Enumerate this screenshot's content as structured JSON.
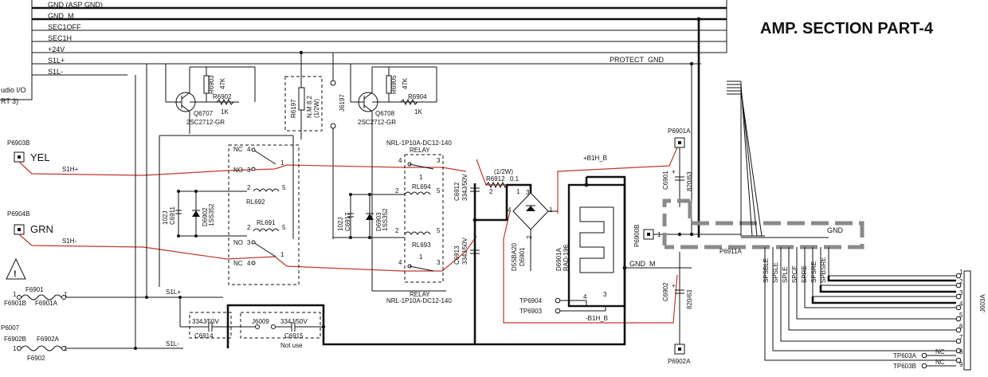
{
  "title": "AMP. SECTION  PART-4",
  "left_label": {
    "line1": "udio I/O",
    "line2": "RT 3)"
  },
  "bus": {
    "gnd_asp": "GND  (ASP GND)",
    "gnd_m": "GND_M",
    "sec1off": "SEC1OFF",
    "sec1h": "SEC1H",
    "plus24v": "+24V",
    "s1l_plus": "S1L+",
    "s1l_minus": "S1L-",
    "protect_gnd": "PROTECT_GND"
  },
  "transistors": {
    "q6707": {
      "ref": "Q6707",
      "part": "2SC2712-GR"
    },
    "q6708": {
      "ref": "Q6708",
      "part": "2SC2712-GR"
    }
  },
  "resistors": {
    "r6903": {
      "ref": "R6903",
      "value": "47K"
    },
    "r6902": {
      "ref": "R6902",
      "value": "1K"
    },
    "r6905": {
      "ref": "R6905",
      "value": "47K"
    },
    "r6904": {
      "ref": "R6904",
      "value": "1K"
    },
    "r6197": {
      "ref": "R6197",
      "value1": "N.M  8.2",
      "value2": "(1/2W)"
    },
    "r6912": {
      "ref": "R6912",
      "value": "0.1",
      "power": "(1/2W)"
    }
  },
  "j6197": "J6197",
  "relay_top": {
    "part": "NRL-1P10A-DC12-140",
    "label": "RELAY"
  },
  "relay_bottom": {
    "part": "NRL-1P10A-DC12-140",
    "label": "RELAY"
  },
  "relay_coils": {
    "rl692": "RL692",
    "rl691": "RL691",
    "rl694": "RL694",
    "rl693": "RL693"
  },
  "contacts": {
    "nc": "NC",
    "no": "NO"
  },
  "pins": {
    "p1": "1",
    "p2": "2",
    "p3": "3",
    "p4": "4",
    "p5": "5"
  },
  "connectors": {
    "p6903b": "P6903B",
    "yel": "YEL",
    "s1h_plus": "S1H+",
    "p6904b": "P6904B",
    "grn": "GRN",
    "s1h_minus": "S1H-",
    "p6901a": "P6901A",
    "p6902a": "P6902A",
    "p6900b": "P6900B",
    "p6911a": "P6911A",
    "p6007": "P6007"
  },
  "caps": {
    "c6911": {
      "ref": "C6911",
      "value": "102J"
    },
    "c6917": {
      "ref": "C6917",
      "value": "102J"
    },
    "c6912": {
      "ref": "C6912",
      "value": "334J/50V"
    },
    "c6913": {
      "ref": "C6913",
      "value": "334J/50V"
    },
    "c6914": {
      "ref": "C6914",
      "value": "334J/50V"
    },
    "c6915": {
      "ref": "C6915",
      "value": "334J/50V",
      "note": "Not use"
    },
    "c6901": {
      "ref": "C6901",
      "value": "820/63"
    },
    "c6902": {
      "ref": "C6902",
      "value": "820/63"
    }
  },
  "diodes": {
    "d6902": {
      "ref": "D6902",
      "part": "1SS352"
    },
    "d6903": {
      "ref": "D6903",
      "part": "1SS352"
    },
    "d6901": {
      "ref": "D6901",
      "part": "D5SBA20"
    },
    "d6901a": {
      "ref": "D6901A",
      "part": "RAD-196"
    }
  },
  "fuses": {
    "f6901": "F6901",
    "f6901b": "F6901B",
    "f6901a": "F6901A",
    "f6902": "F6902",
    "f6902b": "F6902B",
    "f6902a": "F6902A"
  },
  "j6009": "J6009",
  "nets": {
    "b1h_plus": "+B1H_B",
    "b1h_minus": "-B1H_B",
    "gnd_m": "GND_M",
    "gnd": "GND",
    "s1l_plus": "S1L+",
    "s1l_minus": "S1L-"
  },
  "test_points": {
    "tp6904": "TP6904",
    "tp6903": "TP6903",
    "tp603a": "TP603A",
    "tp603b": "TP603B"
  },
  "sp_labels": [
    "SPSBLE",
    "SPSLE",
    "SPLE",
    "SPCE",
    "SPRE",
    "SPSRE",
    "SPBSRE"
  ],
  "j603a": {
    "ref": "J603A",
    "pins": [
      "1",
      "2",
      "3",
      "4",
      "5",
      "6",
      "7",
      "8",
      "9"
    ],
    "nc1": "NC",
    "nc2": "NC"
  },
  "colors": {
    "wire": "#111111",
    "signal_red": "#c0392b",
    "gnd_gray": "#8a8a8a"
  }
}
